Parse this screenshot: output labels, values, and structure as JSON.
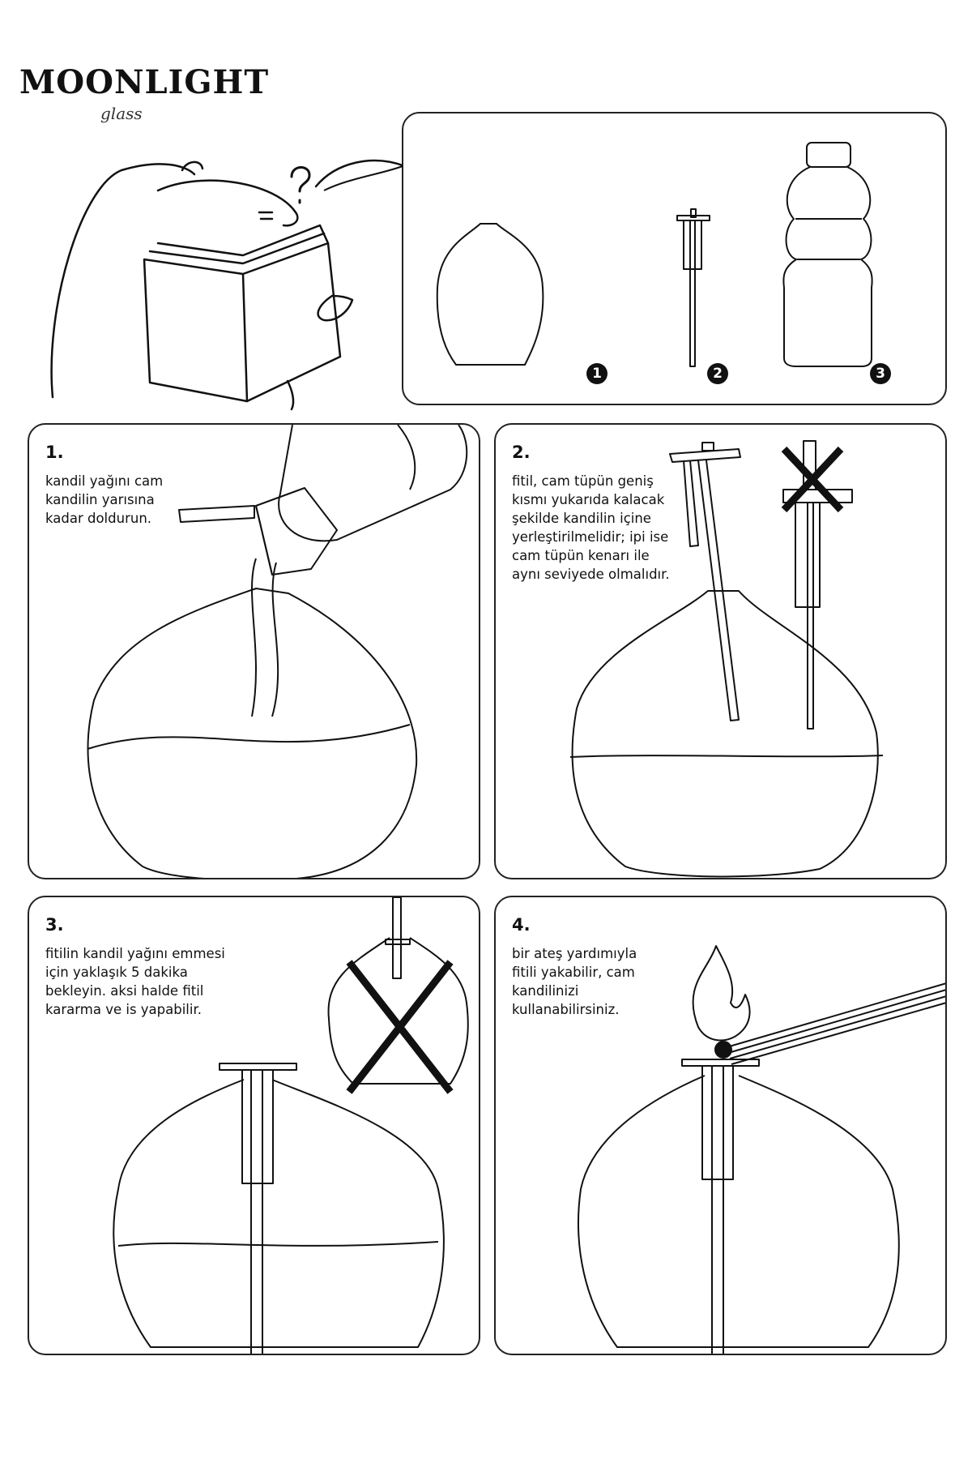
{
  "brand": {
    "name": "MOONLIGHT",
    "sub": "glass"
  },
  "intro": {
    "items": [
      {
        "number": "1",
        "item": "glass-lamp"
      },
      {
        "number": "2",
        "item": "glass-tube-wick"
      },
      {
        "number": "3",
        "item": "lamp-oil-bottle"
      }
    ]
  },
  "steps": [
    {
      "number": "1.",
      "lines": [
        "kandil yağını cam",
        "kandilin yarısına",
        "kadar doldurun."
      ]
    },
    {
      "number": "2.",
      "lines": [
        "fitil, cam tüpün geniş",
        "kısmı yukarıda kalacak",
        "şekilde kandilin içine",
        "yerleştirilmelidir; ipi ise",
        "cam tüpün kenarı ile",
        "aynı seviyede olmalıdır."
      ]
    },
    {
      "number": "3.",
      "lines": [
        "fitilin kandil yağını emmesi",
        "için yaklaşık 5 dakika",
        "bekleyin. aksi halde fitil",
        "kararma ve is yapabilir."
      ]
    },
    {
      "number": "4.",
      "lines": [
        "bir ateş yardımıyla",
        "fitili yakabilir, cam",
        "kandilinizi",
        "kullanabilirsiniz."
      ]
    }
  ]
}
